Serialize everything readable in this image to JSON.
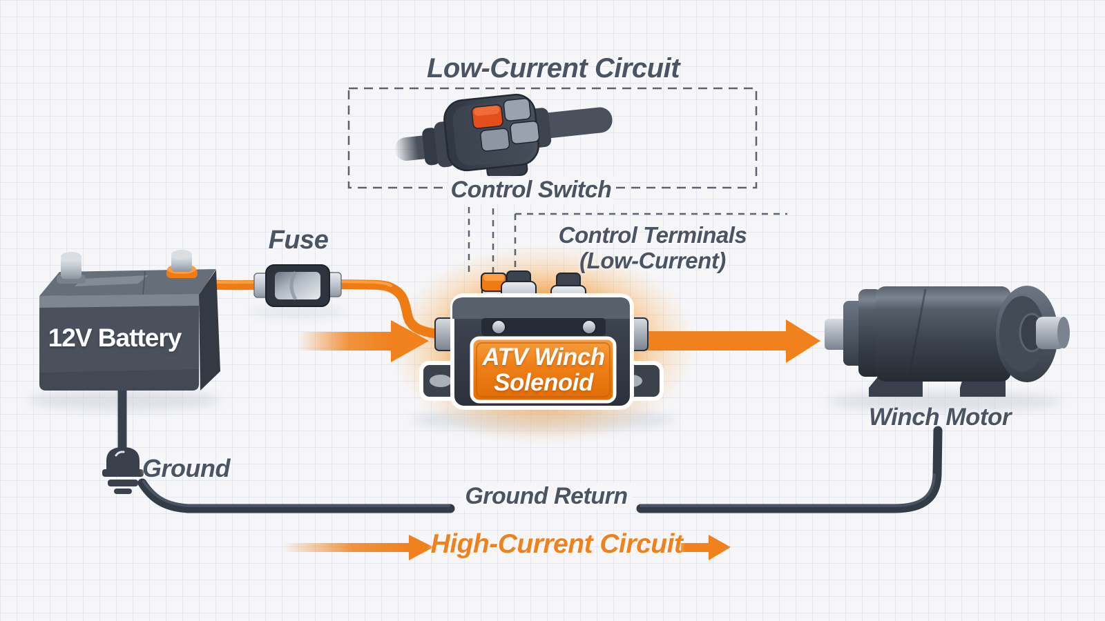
{
  "title": "Low-Current Circuit",
  "labels": {
    "control_switch": "Control Switch",
    "control_terminals_line1": "Control Terminals",
    "control_terminals_line2": "(Low-Current)",
    "fuse": "Fuse",
    "battery": "12V Battery",
    "solenoid_line1": "ATV Winch",
    "solenoid_line2": "Solenoid",
    "winch_motor": "Winch Motor",
    "ground": "Ground",
    "ground_return": "Ground Return",
    "high_current": "High-Current Circuit"
  },
  "components": [
    {
      "name": "control-switch",
      "label": "Control Switch",
      "circuit": "low-current"
    },
    {
      "name": "control-terminals",
      "label": "Control Terminals (Low-Current)",
      "circuit": "low-current"
    },
    {
      "name": "battery",
      "label": "12V Battery",
      "circuit": "high-current"
    },
    {
      "name": "fuse",
      "label": "Fuse",
      "circuit": "high-current"
    },
    {
      "name": "solenoid",
      "label": "ATV Winch Solenoid",
      "circuit": "high-current"
    },
    {
      "name": "winch-motor",
      "label": "Winch Motor",
      "circuit": "high-current"
    },
    {
      "name": "ground",
      "label": "Ground",
      "circuit": "high-current"
    },
    {
      "name": "ground-return",
      "label": "Ground Return",
      "circuit": "high-current"
    }
  ],
  "colors": {
    "accent_orange": "#F0811C",
    "wire_orange": "#EE7C12",
    "dark_slate_text": "#4A5462",
    "dark_wire": "#333B46",
    "component_body": "#3A414C",
    "switch_red_button": "#E34E1D",
    "background": "#F6F6F9"
  },
  "icons": [
    "ground-symbol",
    "flow-arrow",
    "dashed-callout-box"
  ]
}
